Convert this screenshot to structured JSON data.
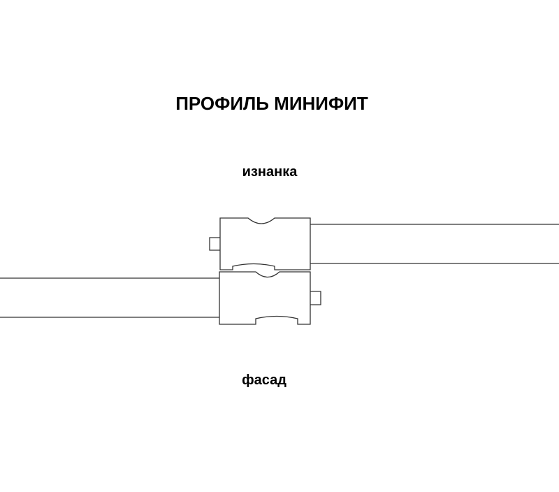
{
  "title": "ПРОФИЛЬ МИНИФИТ",
  "labels": {
    "back": "изнанка",
    "front": "фасад"
  },
  "colors": {
    "stroke": "#333333",
    "background": "#ffffff"
  }
}
